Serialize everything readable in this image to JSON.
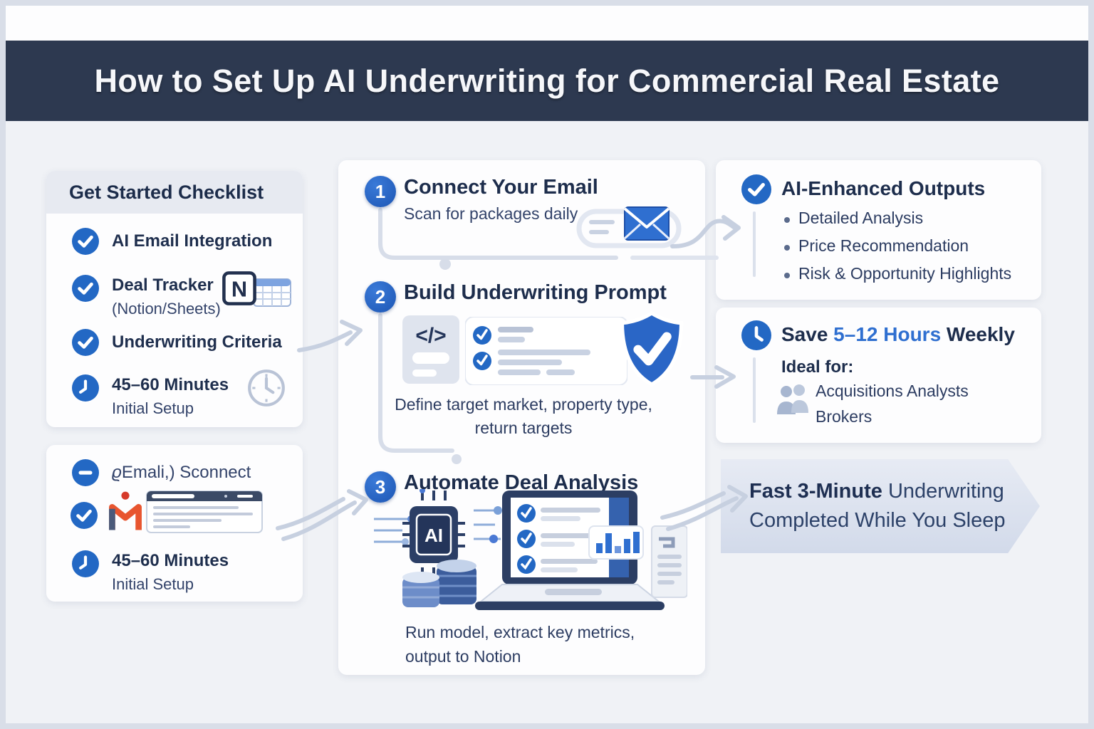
{
  "header": {
    "title": "How to Set Up AI Underwriting for Commercial Real Estate"
  },
  "checklist": {
    "title": "Get Started Checklist",
    "notion_letter": "N",
    "items": [
      {
        "label": "AI Email Integration"
      },
      {
        "label": "Deal Tracker",
        "sublabel": "(Notion/Sheets)"
      },
      {
        "label": "Underwriting Criteria"
      },
      {
        "label": "45–60 Minutes",
        "sublabel": "Initial Setup"
      }
    ]
  },
  "email_panel": {
    "row1": {
      "glyph": "ϱ",
      "label": "Emali,) Sconnect"
    },
    "row3": {
      "label": "45–60 Minutes",
      "sublabel": "Initial Setup"
    }
  },
  "steps": [
    {
      "number": "1",
      "title": "Connect Your Email",
      "subtitle": "Scan for packages daily"
    },
    {
      "number": "2",
      "title": "Build Underwriting Prompt",
      "code_glyph": "</>",
      "caption1": "Define target market, property type,",
      "caption2": "return targets"
    },
    {
      "number": "3",
      "title": "Automate Deal Analysis",
      "chip_label": "AI",
      "caption1": "Run model, extract key metrics,",
      "caption2": "output to Notion"
    }
  ],
  "outputs_panel": {
    "title": "AI-Enhanced Outputs",
    "bullets": [
      "Detailed Analysis",
      "Price Recommendation",
      "Risk & Opportunity Highlights"
    ]
  },
  "save_panel": {
    "title_prefix": "Save ",
    "title_highlight": "5–12 Hours",
    "title_suffix": " Weekly",
    "ideal_label": "Ideal for:",
    "audiences": [
      "Acquisitions Analysts",
      "Brokers"
    ]
  },
  "banner": {
    "line1_bold": "Fast 3-Minute",
    "line1_rest": " Underwriting",
    "line2": "Completed While You Sleep"
  },
  "colors": {
    "accent_blue": "#2368c4",
    "highlight_blue": "#2f6fd0",
    "header_bg": "#2d3950",
    "navy_text": "#1d2d4c"
  }
}
